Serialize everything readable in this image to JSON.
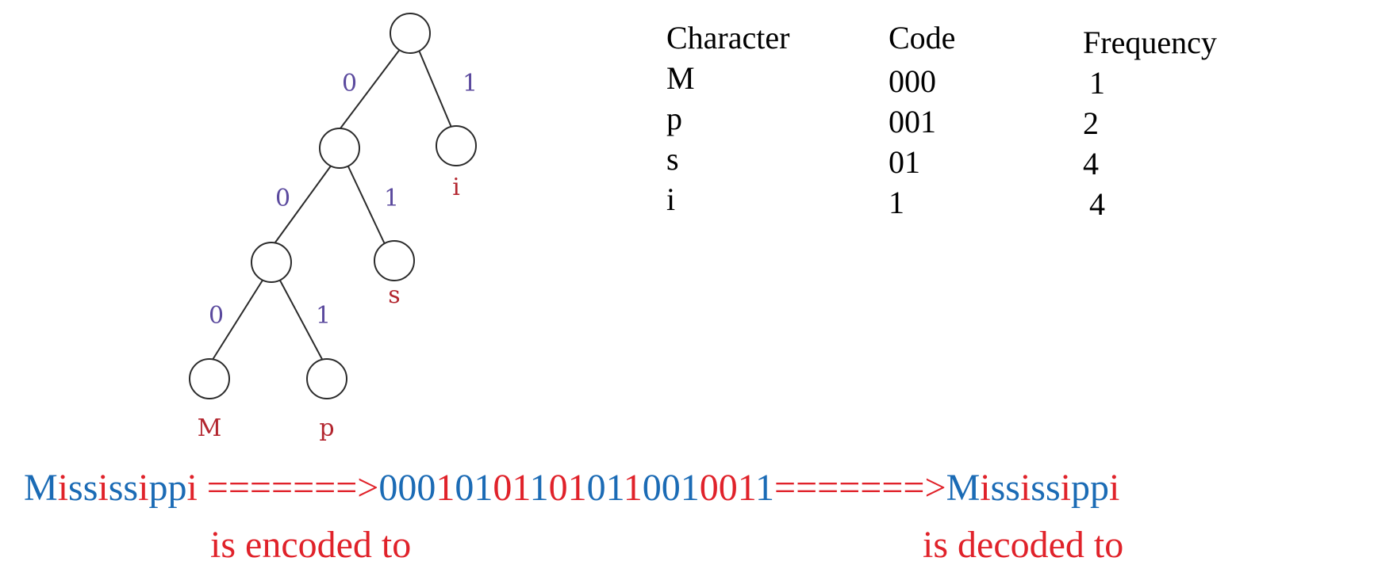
{
  "tree": {
    "edge_labels": {
      "root_left": "0",
      "root_right": "1",
      "n1_left": "0",
      "n1_right": "1",
      "n2_left": "0",
      "n2_right": "1"
    },
    "leaf_labels": {
      "i": "i",
      "s": "s",
      "M": "M",
      "p": "p"
    }
  },
  "code_table": {
    "headers": {
      "character": "Character",
      "code": "Code",
      "frequency": "Frequency"
    },
    "rows": [
      {
        "character": "M",
        "code": "000",
        "frequency": "1"
      },
      {
        "character": "p",
        "code": "001",
        "frequency": "2"
      },
      {
        "character": "s",
        "code": "01",
        "frequency": "4"
      },
      {
        "character": "i",
        "code": "1",
        "frequency": "4"
      }
    ]
  },
  "encoding_line": {
    "segments": [
      {
        "text": "M",
        "color": "blue"
      },
      {
        "text": "i",
        "color": "red"
      },
      {
        "text": "ss",
        "color": "blue"
      },
      {
        "text": "i",
        "color": "red"
      },
      {
        "text": "ss",
        "color": "blue"
      },
      {
        "text": "i",
        "color": "red"
      },
      {
        "text": "pp",
        "color": "blue"
      },
      {
        "text": "i",
        "color": "red"
      },
      {
        "text": " =======>",
        "color": "red"
      },
      {
        "text": "000",
        "color": "blue"
      },
      {
        "text": "1",
        "color": "red"
      },
      {
        "text": "01",
        "color": "blue"
      },
      {
        "text": "01",
        "color": "red"
      },
      {
        "text": "1",
        "color": "blue"
      },
      {
        "text": "01",
        "color": "red"
      },
      {
        "text": "01",
        "color": "blue"
      },
      {
        "text": "1",
        "color": "red"
      },
      {
        "text": "001",
        "color": "blue"
      },
      {
        "text": "001",
        "color": "red"
      },
      {
        "text": "1",
        "color": "blue"
      },
      {
        "text": "=======>",
        "color": "red"
      },
      {
        "text": "M",
        "color": "blue"
      },
      {
        "text": "i",
        "color": "red"
      },
      {
        "text": "ss",
        "color": "blue"
      },
      {
        "text": "i",
        "color": "red"
      },
      {
        "text": "ss",
        "color": "blue"
      },
      {
        "text": "i",
        "color": "red"
      },
      {
        "text": "pp",
        "color": "blue"
      },
      {
        "text": "i",
        "color": "red"
      }
    ]
  },
  "captions": {
    "encoded": "is encoded to",
    "decoded": "is decoded to"
  },
  "colors": {
    "blue": "#1b6bb5",
    "red": "#e0222a",
    "edge_label": "#5b4a9e",
    "leaf_label": "#b3262f"
  }
}
